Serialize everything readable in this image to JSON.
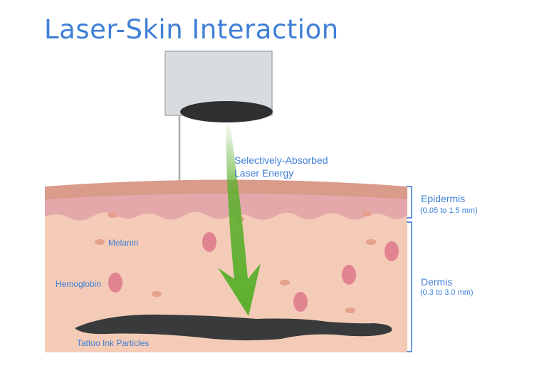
{
  "title": "Laser-Skin Interaction",
  "beam_label": {
    "line1": "Selectively-Absorbed",
    "line2": "Laser Energy"
  },
  "labels": {
    "melanin": "Melanin",
    "hemoglobin": "Hemoglobin",
    "tattoo": "Tattoo Ink Particles"
  },
  "layers": {
    "epidermis": {
      "name": "Epidermis",
      "range": "(0.05 to 1.5 mm)"
    },
    "dermis": {
      "name": "Dermis",
      "range": "(0.3 to 3.0 mm)"
    }
  },
  "colors": {
    "title": "#3f7fd6",
    "bracket": "#2f6fd0",
    "beam": "#5cb02e",
    "epidermis_top": "#d99b8a",
    "epidermis_pink": "#e4a8ab",
    "dermis": "#f4cbb6",
    "hemoglobin": "#e28391",
    "melanin": "#e6a08c",
    "ink": "#383a3c",
    "device": "#d9dcdf"
  }
}
